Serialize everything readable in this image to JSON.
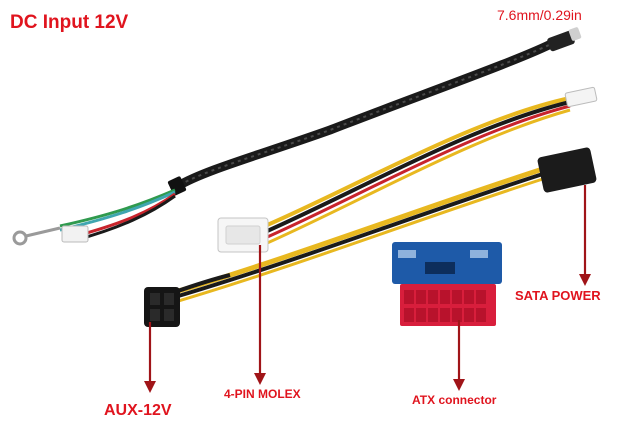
{
  "labels": {
    "title": "DC Input 12V",
    "dimension": "7.6mm/0.29in",
    "sata_power": "SATA POWER",
    "molex": "4-PIN MOLEX",
    "atx": "ATX connector",
    "aux": "AUX-12V"
  },
  "colors": {
    "label_red": "#e0141e",
    "arrow_red": "#a01418",
    "wire_yellow": "#e8b820",
    "wire_black": "#1a1a1a",
    "wire_red": "#c8242c",
    "wire_green": "#2f9a4e",
    "wire_teal": "#3fa6b0",
    "board_blue": "#1e5aa8",
    "atx_red": "#d81e3c"
  }
}
